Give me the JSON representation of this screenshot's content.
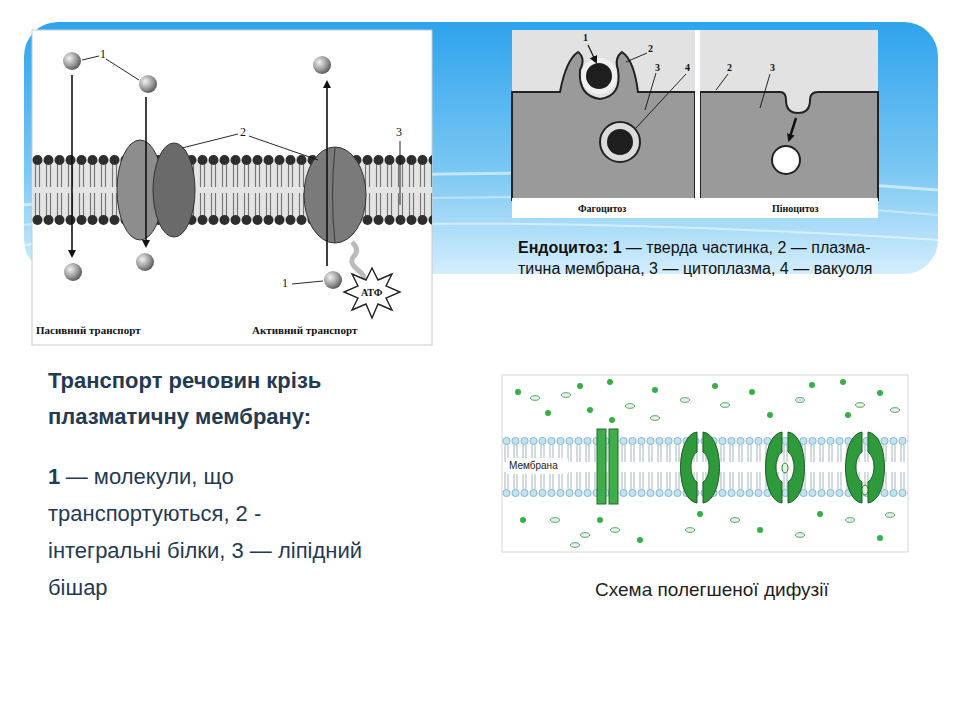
{
  "diagram": {
    "title": "Транспорт речовин крізь плазматичну мембрану:",
    "labels": [
      "1",
      "2",
      "3",
      "1",
      "АТФ",
      "Пасивний транспорт",
      "Активний транспорт",
      "1",
      "2",
      "3",
      "4",
      "2",
      "3",
      "Фагоцитоз",
      "Піноцитоз",
      "Ендоцитоз: 1",
      "— тверда частинка, 2 — плазма-тична мембрана, 3 — цитоплазма, 4 — вакуоля",
      "1",
      "— молекули, що транспортуються, 2 - інтегральні білки, 3 — ліпідний бішар",
      "Мембрана",
      "Схема полегшеної дифузії"
    ]
  }
}
